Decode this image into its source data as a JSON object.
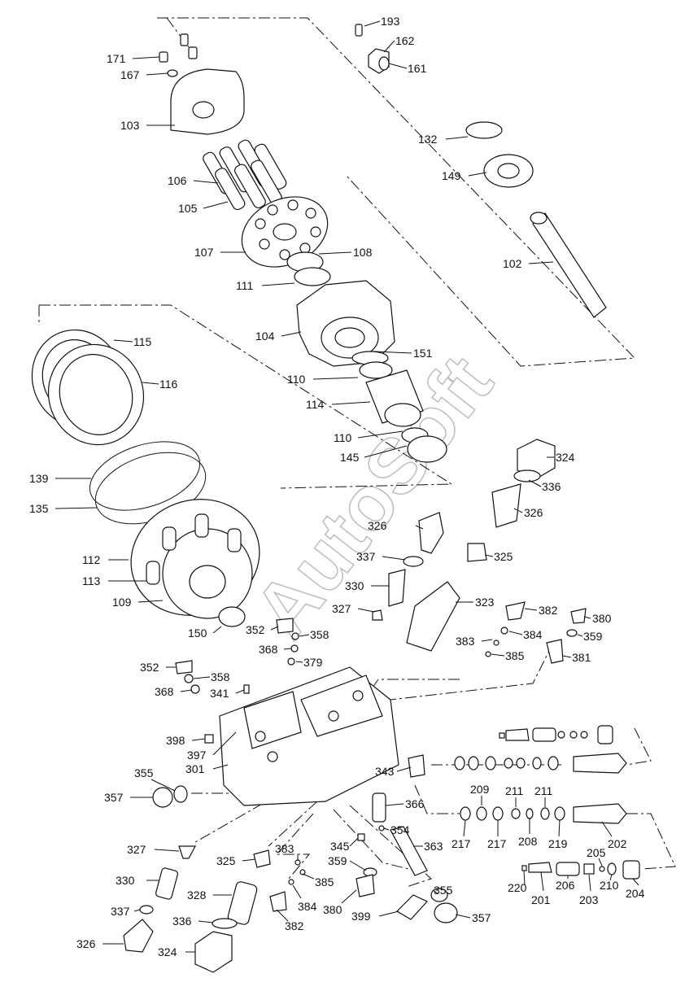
{
  "watermark": "AutoSoft",
  "callouts": [
    {
      "id": "c193",
      "text": "193"
    },
    {
      "id": "c162",
      "text": "162"
    },
    {
      "id": "c161",
      "text": "161"
    },
    {
      "id": "c171",
      "text": "171"
    },
    {
      "id": "c167",
      "text": "167"
    },
    {
      "id": "c103",
      "text": "103"
    },
    {
      "id": "c132",
      "text": "132"
    },
    {
      "id": "c149",
      "text": "149"
    },
    {
      "id": "c106",
      "text": "106"
    },
    {
      "id": "c105",
      "text": "105"
    },
    {
      "id": "c107",
      "text": "107"
    },
    {
      "id": "c108",
      "text": "108"
    },
    {
      "id": "c102",
      "text": "102"
    },
    {
      "id": "c111",
      "text": "111"
    },
    {
      "id": "c104",
      "text": "104"
    },
    {
      "id": "c115",
      "text": "115"
    },
    {
      "id": "c151",
      "text": "151"
    },
    {
      "id": "c116",
      "text": "116"
    },
    {
      "id": "c110a",
      "text": "110"
    },
    {
      "id": "c114",
      "text": "114"
    },
    {
      "id": "c110b",
      "text": "110"
    },
    {
      "id": "c145",
      "text": "145"
    },
    {
      "id": "c139",
      "text": "139"
    },
    {
      "id": "c324a",
      "text": "324"
    },
    {
      "id": "c336a",
      "text": "336"
    },
    {
      "id": "c135",
      "text": "135"
    },
    {
      "id": "c326a",
      "text": "326"
    },
    {
      "id": "c326b",
      "text": "326"
    },
    {
      "id": "c112",
      "text": "112"
    },
    {
      "id": "c337a",
      "text": "337"
    },
    {
      "id": "c325a",
      "text": "325"
    },
    {
      "id": "c113",
      "text": "113"
    },
    {
      "id": "c330a",
      "text": "330"
    },
    {
      "id": "c323",
      "text": "323"
    },
    {
      "id": "c109",
      "text": "109"
    },
    {
      "id": "c327a",
      "text": "327"
    },
    {
      "id": "c382a",
      "text": "382"
    },
    {
      "id": "c380a",
      "text": "380"
    },
    {
      "id": "c352a",
      "text": "352"
    },
    {
      "id": "c358a",
      "text": "358"
    },
    {
      "id": "c383a",
      "text": "383"
    },
    {
      "id": "c384a",
      "text": "384"
    },
    {
      "id": "c359a",
      "text": "359"
    },
    {
      "id": "c150",
      "text": "150"
    },
    {
      "id": "c368a",
      "text": "368"
    },
    {
      "id": "c385a",
      "text": "385"
    },
    {
      "id": "c381",
      "text": "381"
    },
    {
      "id": "c379",
      "text": "379"
    },
    {
      "id": "c352b",
      "text": "352"
    },
    {
      "id": "c358b",
      "text": "358"
    },
    {
      "id": "c368b",
      "text": "368"
    },
    {
      "id": "c341",
      "text": "341"
    },
    {
      "id": "c398",
      "text": "398"
    },
    {
      "id": "c397",
      "text": "397"
    },
    {
      "id": "c301",
      "text": "301"
    },
    {
      "id": "c343",
      "text": "343"
    },
    {
      "id": "c355a",
      "text": "355"
    },
    {
      "id": "c357a",
      "text": "357"
    },
    {
      "id": "c366",
      "text": "366"
    },
    {
      "id": "c209",
      "text": "209"
    },
    {
      "id": "c211a",
      "text": "211"
    },
    {
      "id": "c211b",
      "text": "211"
    },
    {
      "id": "c354",
      "text": "354"
    },
    {
      "id": "c217a",
      "text": "217"
    },
    {
      "id": "c217b",
      "text": "217"
    },
    {
      "id": "c208",
      "text": "208"
    },
    {
      "id": "c219",
      "text": "219"
    },
    {
      "id": "c202",
      "text": "202"
    },
    {
      "id": "c345",
      "text": "345"
    },
    {
      "id": "c363",
      "text": "363"
    },
    {
      "id": "c327b",
      "text": "327"
    },
    {
      "id": "c383b",
      "text": "383"
    },
    {
      "id": "c205",
      "text": "205"
    },
    {
      "id": "c325b",
      "text": "325"
    },
    {
      "id": "c359b",
      "text": "359"
    },
    {
      "id": "c385b",
      "text": "385"
    },
    {
      "id": "c330b",
      "text": "330"
    },
    {
      "id": "c355b",
      "text": "355"
    },
    {
      "id": "c220",
      "text": "220"
    },
    {
      "id": "c206",
      "text": "206"
    },
    {
      "id": "c210",
      "text": "210"
    },
    {
      "id": "c204",
      "text": "204"
    },
    {
      "id": "c328",
      "text": "328"
    },
    {
      "id": "c380b",
      "text": "380"
    },
    {
      "id": "c384b",
      "text": "384"
    },
    {
      "id": "c201",
      "text": "201"
    },
    {
      "id": "c203",
      "text": "203"
    },
    {
      "id": "c337b",
      "text": "337"
    },
    {
      "id": "c336b",
      "text": "336"
    },
    {
      "id": "c399",
      "text": "399"
    },
    {
      "id": "c357b",
      "text": "357"
    },
    {
      "id": "c382b",
      "text": "382"
    },
    {
      "id": "c326c",
      "text": "326"
    },
    {
      "id": "c324b",
      "text": "324"
    }
  ]
}
